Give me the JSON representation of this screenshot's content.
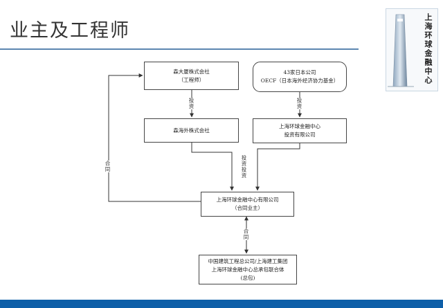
{
  "page": {
    "title": "业主及工程师"
  },
  "tower_panel": {
    "text": "上海环球金融中心"
  },
  "nodes": {
    "mori_building": {
      "line1": "森大厦株式会社",
      "line2": "（工程师）"
    },
    "japanese_investors": {
      "line1": "43家日本公司",
      "line2": "OECF（日本海外经济协力基金）"
    },
    "shanghai_kaisha": {
      "line1": "森海外株式会社"
    },
    "swfc_investment": {
      "line1": "上海环球金融中心",
      "line2": "投资有限公司"
    },
    "swfc_owner": {
      "line1": "上海环球金融中心有限公司",
      "line2": "（合同业主）"
    },
    "contractor": {
      "line1": "中国建筑工程总公司/上海建工集团",
      "line2": "上海环球金融中心总承包联合体",
      "line3": "(总包)"
    }
  },
  "edge_labels": {
    "invest_left": "投资",
    "invest_right": "投资",
    "contract_left": "合同",
    "invest_joint": "投资投资",
    "contract_bottom": "合同"
  },
  "colors": {
    "line": "#333333",
    "accent": "#0e5fa8",
    "rule": "#5b86b0"
  }
}
